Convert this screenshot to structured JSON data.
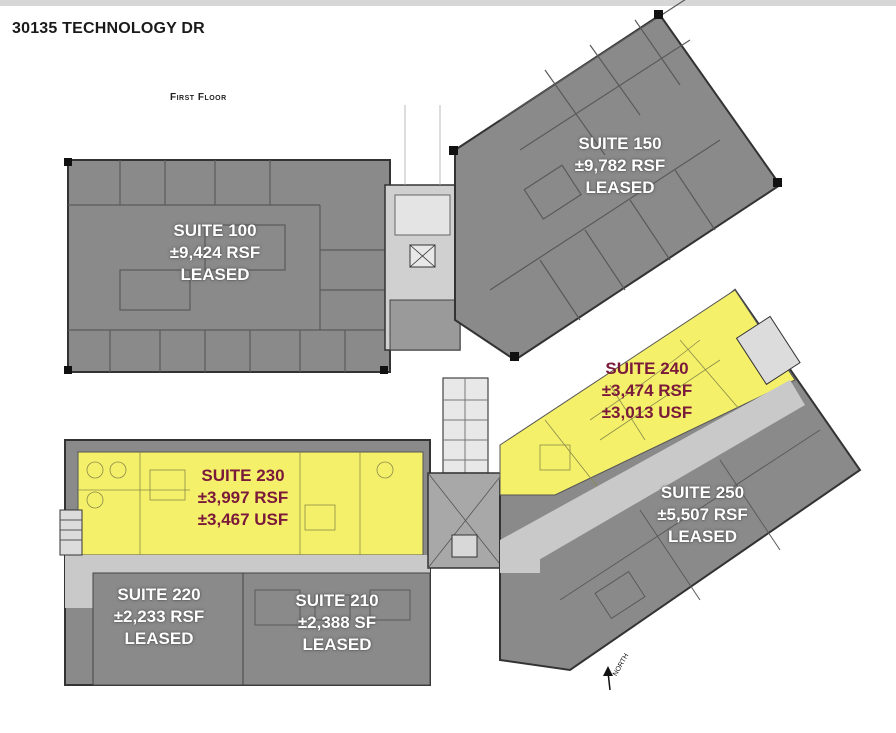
{
  "header": {
    "address": "30135 TECHNOLOGY DR",
    "floor_label": "First Floor"
  },
  "compass": {
    "label": "NORTH"
  },
  "suites": [
    {
      "key": "s100",
      "name": "SUITE 100",
      "area": "±9,424 RSF",
      "status": "LEASED",
      "available": false
    },
    {
      "key": "s150",
      "name": "SUITE 150",
      "area": "±9,782 RSF",
      "status": "LEASED",
      "available": false
    },
    {
      "key": "s240",
      "name": "SUITE 240",
      "area": "±3,474 RSF",
      "status": "±3,013 USF",
      "available": true
    },
    {
      "key": "s230",
      "name": "SUITE 230",
      "area": "±3,997 RSF",
      "status": "±3,467 USF",
      "available": true
    },
    {
      "key": "s250",
      "name": "SUITE 250",
      "area": "±5,507 RSF",
      "status": "LEASED",
      "available": false
    },
    {
      "key": "s220",
      "name": "SUITE 220",
      "area": "±2,233 RSF",
      "status": "LEASED",
      "available": false
    },
    {
      "key": "s210",
      "name": "SUITE 210",
      "area": "±2,388 SF",
      "status": "LEASED",
      "available": false
    }
  ],
  "colors": {
    "leased": "#8a8a8a",
    "available": "#f5f06a",
    "corridor": "#c9c9c9",
    "core": "#e4e4e4",
    "wall": "#3a3a3a",
    "available_text": "#7a1a3a"
  }
}
